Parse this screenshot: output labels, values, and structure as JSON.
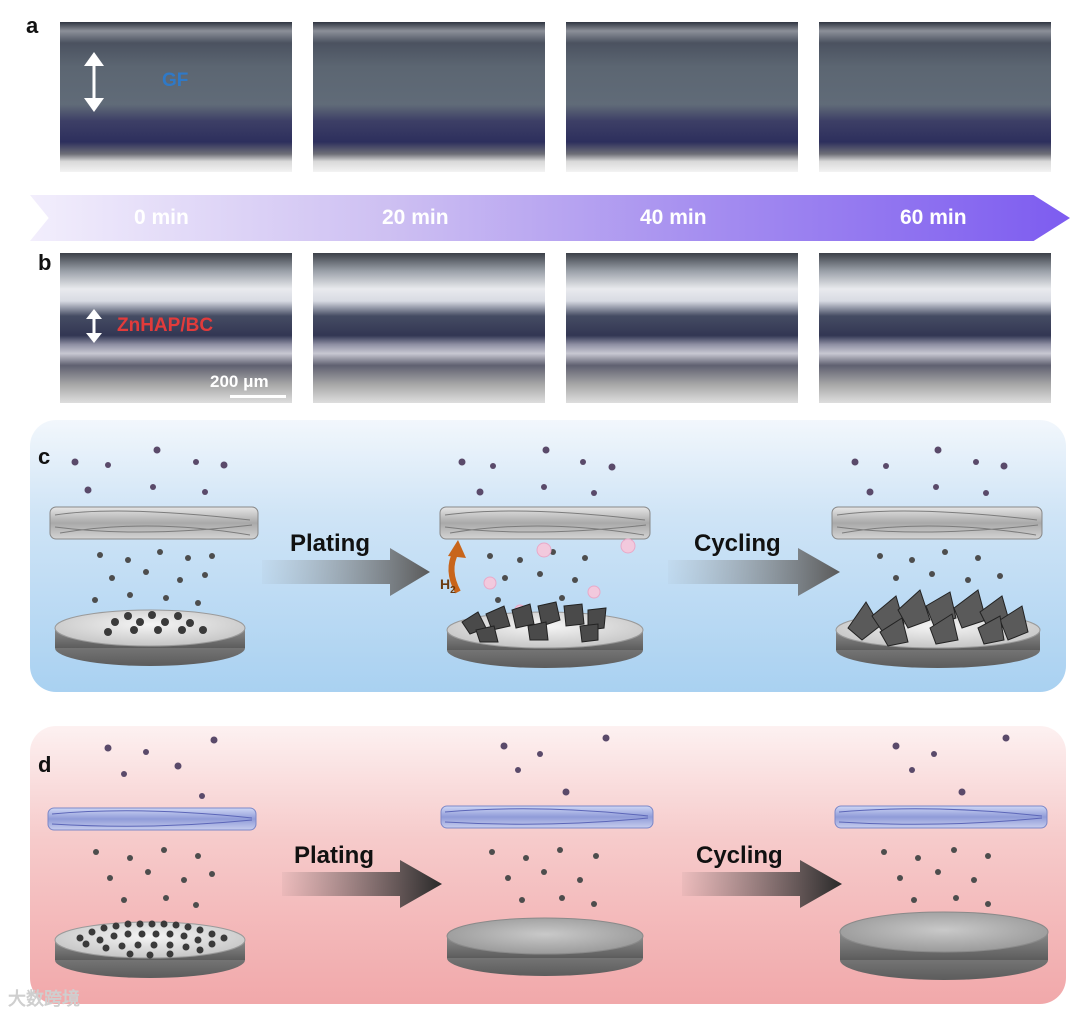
{
  "panels": {
    "a": "a",
    "b": "b",
    "c": "c",
    "d": "d"
  },
  "micrographs": {
    "gf_label": "GF",
    "znhap_label": "ZnHAP/BC",
    "scale_bar": "200 μm"
  },
  "timeline": {
    "times": [
      "0 min",
      "20 min",
      "40 min",
      "60 min"
    ]
  },
  "schematic": {
    "plating": "Plating",
    "cycling": "Cycling",
    "h2_gas": "H",
    "h2_subscript": "2"
  },
  "watermark": "大数跨境",
  "colors": {
    "gf_label": "#2f79c7",
    "znhap_label": "#e23b3b",
    "timeline_start": "#f2eefc",
    "timeline_end": "#7d5cf0",
    "panel_c": "#a9d1f1",
    "panel_d": "#f1a8aa",
    "h2_arrow": "#c8651b"
  }
}
